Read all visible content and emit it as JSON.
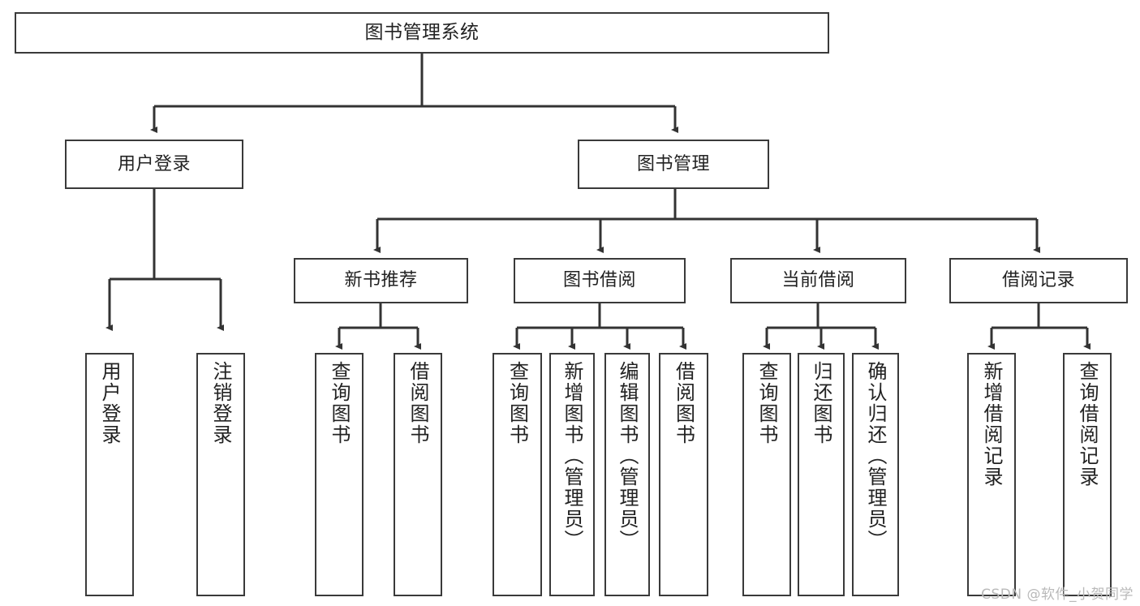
{
  "diagram": {
    "type": "tree",
    "title": "图书管理系统",
    "orientation": "top-down",
    "colors": {
      "box_border": "#3a3a3a",
      "box_fill": "#ffffff",
      "connector": "#333333",
      "text": "#222222",
      "watermark": "#b9b9b9",
      "background": "#ffffff"
    },
    "root": {
      "label": "图书管理系统"
    },
    "level2": [
      {
        "label": "用户登录"
      },
      {
        "label": "图书管理"
      }
    ],
    "level3": [
      {
        "label": "新书推荐"
      },
      {
        "label": "图书借阅"
      },
      {
        "label": "当前借阅"
      },
      {
        "label": "借阅记录"
      }
    ],
    "leaves": {
      "user_login": [
        {
          "label": "用户登录"
        },
        {
          "label": "注销登录"
        }
      ],
      "new_book_recommend": [
        {
          "label": "查询图书"
        },
        {
          "label": "借阅图书"
        }
      ],
      "book_borrow": [
        {
          "label": "查询图书"
        },
        {
          "label": "新增图书（管理员）"
        },
        {
          "label": "编辑图书（管理员）"
        },
        {
          "label": "借阅图书"
        }
      ],
      "current_borrow": [
        {
          "label": "查询图书"
        },
        {
          "label": "归还图书"
        },
        {
          "label": "确认归还（管理员）"
        }
      ],
      "borrow_record": [
        {
          "label": "新增借阅记录"
        },
        {
          "label": "查询借阅记录"
        }
      ]
    }
  },
  "watermark": {
    "text": "CSDN @软件_小贺同学"
  }
}
